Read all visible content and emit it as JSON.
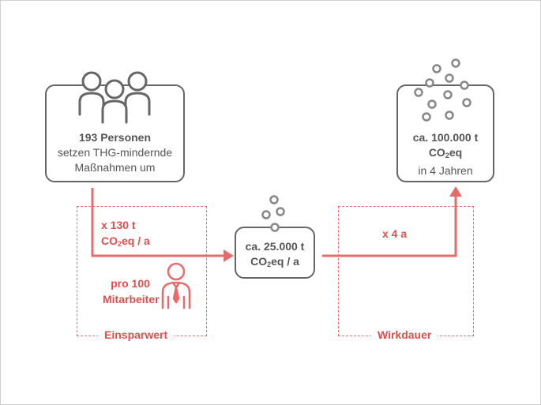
{
  "source_box": {
    "count": "193 Personen",
    "line2": "setzen THG-mindernde",
    "line3": "Maßnahmen um"
  },
  "savings_rate": {
    "amount": "x 130 t",
    "unit_prefix": "CO",
    "unit_sub": "2",
    "unit_suffix": "eq / a"
  },
  "per_employee": {
    "line1": "pro 100",
    "line2": "Mitarbeiter"
  },
  "einsparwert_label": "Einsparwert",
  "middle_box": {
    "line1": "ca. 25.000 t",
    "unit_prefix": "CO",
    "unit_sub": "2",
    "unit_suffix": "eq / a"
  },
  "duration_factor": "x 4 a",
  "wirkdauer_label": "Wirkdauer",
  "result_box": {
    "line1": "ca. 100.000 t",
    "unit_prefix": "CO",
    "unit_sub": "2",
    "unit_suffix": "eq",
    "line3": "in 4 Jahren"
  },
  "colors": {
    "accent": "#e04e4e",
    "box_border": "#666666",
    "text": "#555555"
  },
  "icons": [
    "people-group-icon",
    "employee-tie-icon",
    "bubbles-icon"
  ]
}
